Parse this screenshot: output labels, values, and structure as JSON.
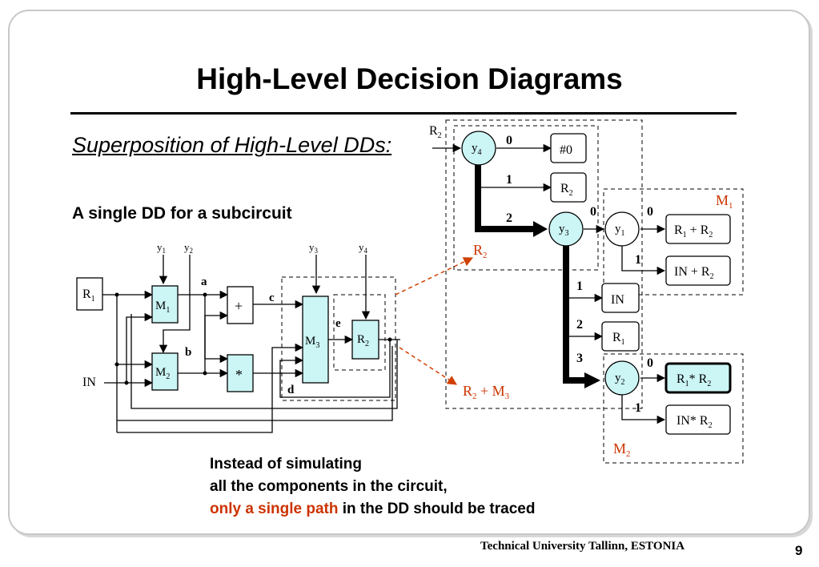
{
  "title": "High-Level Decision Diagrams",
  "subtitle": "Superposition of High-Level DDs:",
  "subheading": "A single DD for a subcircuit",
  "note": {
    "line1": "Instead of simulating",
    "line2": "all the components in the circuit,",
    "line3_red": "only a single path",
    "line3_rest": " in the DD should be traced"
  },
  "footer": "Technical University Tallinn, ESTONIA",
  "page_number": "9",
  "colors": {
    "accent_red": "#cc3300",
    "node_fill": "#ccf5f5"
  },
  "circuit": {
    "inputs": {
      "r1_base": "R",
      "r1_sub": "1",
      "in": "IN"
    },
    "controls": {
      "y1": "y",
      "y1_sub": "1",
      "y2": "y",
      "y2_sub": "2",
      "y3": "y",
      "y3_sub": "3",
      "y4": "y",
      "y4_sub": "4"
    },
    "blocks": {
      "m1": "M",
      "m1_sub": "1",
      "m2": "M",
      "m2_sub": "2",
      "m3": "M",
      "m3_sub": "3",
      "r2": "R",
      "r2_sub": "2",
      "plus": "+",
      "times": "*"
    },
    "signals": {
      "a": "a",
      "b": "b",
      "c": "c",
      "d": "d",
      "e": "e"
    }
  },
  "dd": {
    "root_label": "R",
    "root_sub": "2",
    "nodes": {
      "y4": "y",
      "y4_sub": "4",
      "y3": "y",
      "y3_sub": "3",
      "y1": "y",
      "y1_sub": "1",
      "y2": "y",
      "y2_sub": "2"
    },
    "edges": {
      "y4_0": "0",
      "y4_1": "1",
      "y4_2": "2",
      "y3_0": "0",
      "y3_1": "1",
      "y3_2": "2",
      "y3_3": "3",
      "y1_0": "0",
      "y1_1": "1",
      "y2_0": "0",
      "y2_1": "1"
    },
    "terminals": {
      "hash0": "#0",
      "r2_base": "R",
      "r2_sub": "2",
      "in": "IN",
      "r1_base": "R",
      "r1_sub": "1",
      "r1_plus_r2_a": "R",
      "r1_plus_r2_a_sub": "1",
      "r1_plus_r2_mid": " + R",
      "r1_plus_r2_b_sub": "2",
      "in_plus_r2": "IN + R",
      "in_plus_r2_sub": "2",
      "r1_times_r2_a": "R",
      "r1_times_r2_a_sub": "1",
      "r1_times_r2_mid": "* R",
      "r1_times_r2_b_sub": "2",
      "in_times_r2": "IN* R",
      "in_times_r2_sub": "2"
    },
    "group_labels": {
      "m1": "M",
      "m1_sub": "1",
      "m2": "M",
      "m2_sub": "2",
      "r2": "R",
      "r2_sub": "2",
      "r2_m3_a": "R",
      "r2_m3_a_sub": "2",
      "r2_m3_mid": " + M",
      "r2_m3_b_sub": "3"
    }
  }
}
